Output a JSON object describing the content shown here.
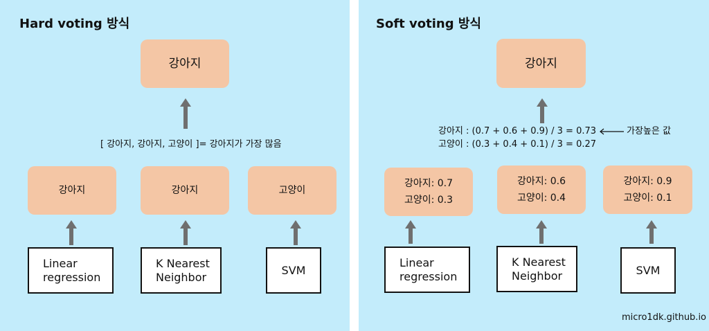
{
  "hard": {
    "title": "Hard voting 방식",
    "result": "강아지",
    "summary": "[ 강아지, 강아지, 고양이 ]= 강아지가 가장 많음",
    "predictions": [
      "강아지",
      "강아지",
      "고양이"
    ],
    "models": [
      {
        "line1": "Linear",
        "line2": "regression"
      },
      {
        "line1": "K Nearest",
        "line2": "Neighbor"
      },
      {
        "line1": "SVM",
        "line2": ""
      }
    ]
  },
  "soft": {
    "title": "Soft voting 방식",
    "result": "강아지",
    "calc_dog": "강아지 : (0.7 + 0.6 + 0.9) / 3 = 0.73",
    "calc_cat": "고양이 : (0.3 + 0.4 + 0.1) / 3 = 0.27",
    "highest_note": "가장높은 값",
    "predictions": [
      {
        "dog": "강아지: 0.7",
        "cat": "고양이: 0.3"
      },
      {
        "dog": "강아지: 0.6",
        "cat": "고양이: 0.4"
      },
      {
        "dog": "강아지: 0.9",
        "cat": "고양이: 0.1"
      }
    ],
    "models": [
      {
        "line1": "Linear",
        "line2": "regression"
      },
      {
        "line1": "K Nearest",
        "line2": "Neighbor"
      },
      {
        "line1": "SVM",
        "line2": ""
      }
    ]
  },
  "credit": "micro1dk.github.io",
  "colors": {
    "panel": "#c3ecfb",
    "box": "#f4c6a5",
    "arrow": "#6f6f6f"
  }
}
